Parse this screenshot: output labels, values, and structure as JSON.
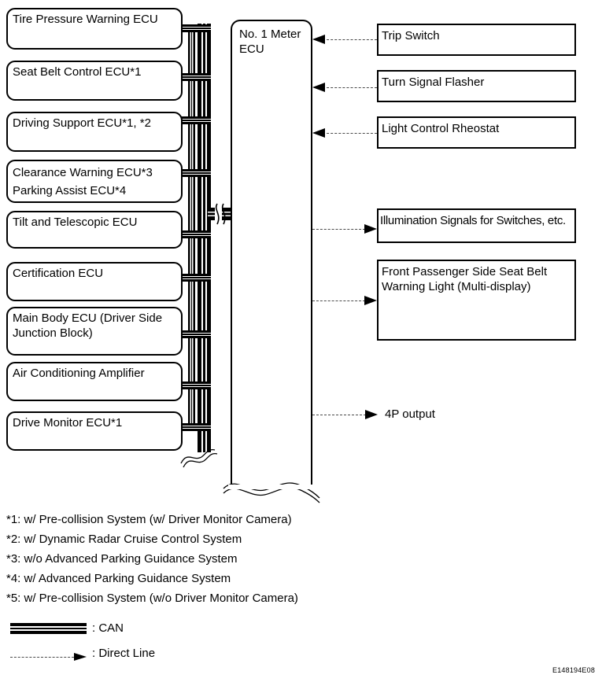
{
  "colors": {
    "ink": "#000000",
    "background": "#ffffff",
    "direct_line": "#4a4a4a"
  },
  "left_ecus": [
    {
      "lines": [
        "Tire Pressure Warning ECU"
      ]
    },
    {
      "lines": [
        "Seat Belt Control ECU*1"
      ]
    },
    {
      "lines": [
        "Driving Support ECU*1, *2"
      ]
    },
    {
      "lines": [
        "Clearance Warning ECU*3",
        "Parking Assist ECU*4"
      ]
    },
    {
      "lines": [
        "Tilt and Telescopic ECU"
      ]
    },
    {
      "lines": [
        "Certification ECU"
      ]
    },
    {
      "lines": [
        "Main Body ECU (Driver Side",
        "Junction Block)"
      ]
    },
    {
      "lines": [
        "Air Conditioning Amplifier"
      ]
    },
    {
      "lines": [
        "Drive Monitor ECU*1"
      ]
    }
  ],
  "center_ecu": {
    "lines": [
      "No. 1 Meter",
      "ECU"
    ]
  },
  "inputs": [
    "Trip Switch",
    "Turn Signal Flasher",
    "Light Control Rheostat"
  ],
  "outputs": [
    {
      "lines": [
        "Illumination Signals for Switches, etc."
      ]
    },
    {
      "lines": [
        "Front Passenger Side Seat Belt",
        "Warning Light (Multi-display)"
      ]
    }
  ],
  "port_output": "4P output",
  "footnotes": [
    "*1: w/ Pre-collision System (w/ Driver Monitor Camera)",
    "*2: w/ Dynamic Radar Cruise Control System",
    "*3: w/o Advanced Parking Guidance System",
    "*4: w/ Advanced Parking Guidance System",
    "*5: w/ Pre-collision System (w/o Driver Monitor Camera)"
  ],
  "legend": {
    "can": ": CAN",
    "direct": ": Direct Line"
  },
  "figure_code": "E148194E08"
}
